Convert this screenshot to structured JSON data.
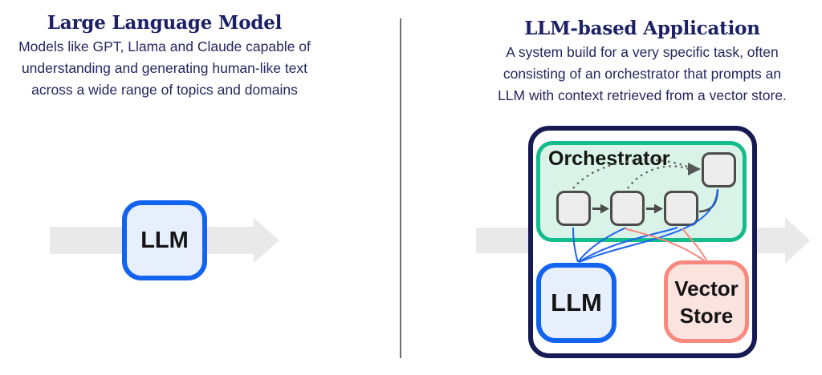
{
  "left_panel": {
    "title": "Large Language Model",
    "description": "Models like GPT, Llama and Claude capable of\nunderstanding and generating human-like text\nacross a wide range of topics and domains",
    "diagram": {
      "llm_label": "LLM"
    }
  },
  "right_panel": {
    "title": "LLM-based Application",
    "description": "A system build for a very specific task, often\nconsisting of an orchestrator that prompts an\nLLM with context retrieved from a vector store.",
    "diagram": {
      "orchestrator_label": "Orchestrator",
      "llm_label": "LLM",
      "vector_store_label": "Vector\nStore"
    }
  },
  "colors": {
    "title-navy": "#1d2066",
    "body-navy": "#24275f",
    "app-border-navy": "#181a55",
    "blue": "#1263f0",
    "blue-fill": "#e7effc",
    "green": "#12bc8b",
    "mint-fill": "#d9f3e9",
    "salmon": "#f9897e",
    "salmon-fill": "#fbe3df",
    "gray-arrow": "#e9e9e9",
    "line-blue": "#1b63f0",
    "line-salmon": "#f8877c",
    "dark-gray": "#4b4b4b",
    "small-box-fill": "#ececec",
    "divider": "#6f6f6f",
    "label-black": "#141414"
  }
}
